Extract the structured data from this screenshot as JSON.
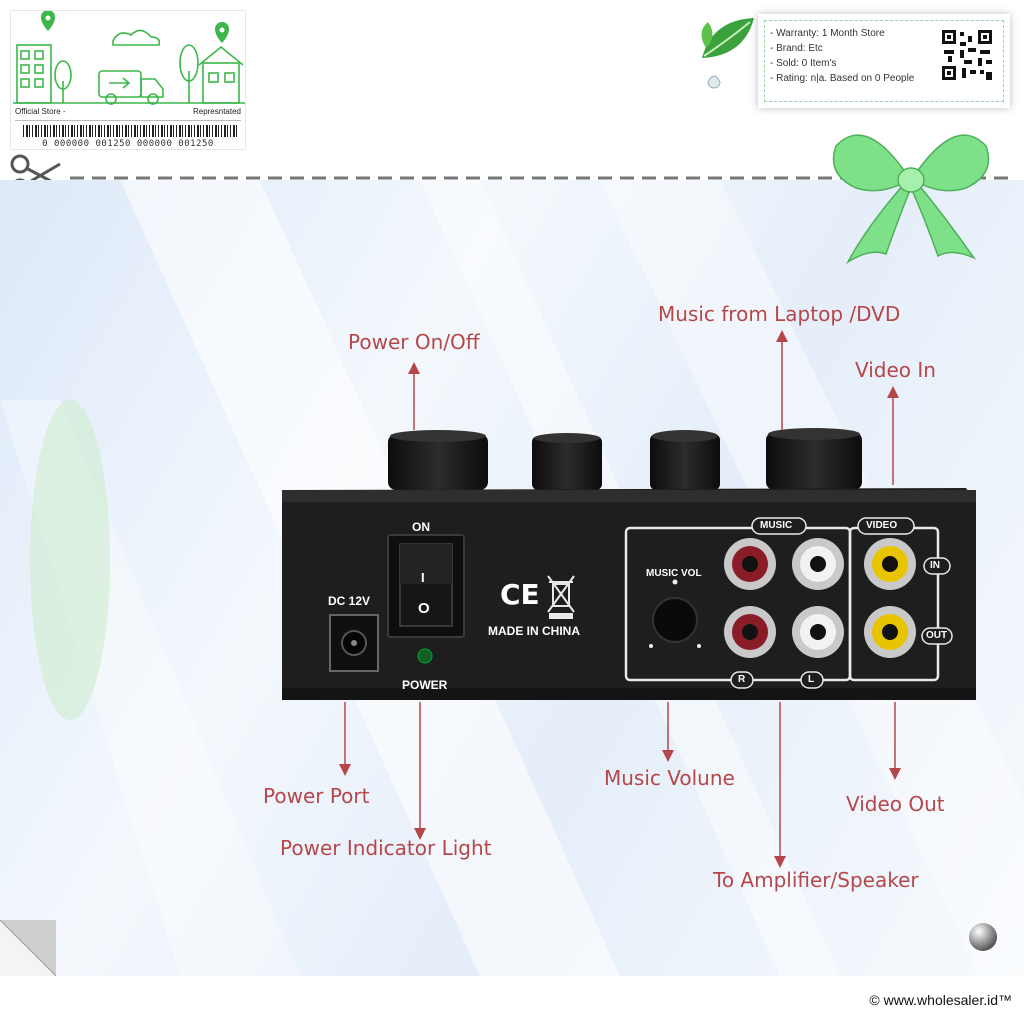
{
  "store": {
    "left_text": "Official Store -",
    "right_text": "Represntated",
    "barcode_digits": "0 000000 001250 000000 001250"
  },
  "info": {
    "lines": [
      "- Warranty: 1 Month Store",
      "- Brand: Etc",
      "- Sold: 0 Item's",
      "- Rating: n|a. Based on 0 People"
    ]
  },
  "device": {
    "on_label": "ON",
    "switch_on_mark": "I",
    "switch_off_mark": "O",
    "power_label": "POWER",
    "dc_label": "DC 12V",
    "made_in": "MADE IN CHINA",
    "ce_mark": "CE",
    "music_vol": "MUSIC VOL",
    "music_group": "MUSIC",
    "video_group": "VIDEO",
    "in_label": "IN",
    "out_label": "OUT",
    "r_label": "R",
    "l_label": "L"
  },
  "callouts": {
    "power_onoff": "Power On/Off",
    "music_from": "Music from Laptop /DVD",
    "video_in": "Video In",
    "power_port": "Power Port",
    "power_indicator": "Power Indicator Light",
    "music_volume": "Music Volune",
    "video_out": "Video Out",
    "to_amplifier": "To Amplifier/Speaker"
  },
  "colors": {
    "accent_green": "#3cb74a",
    "label_red": "#b5474a",
    "device_body": "#1e1e1e"
  },
  "footer": {
    "copyright": "© www.wholesaler.id™"
  }
}
